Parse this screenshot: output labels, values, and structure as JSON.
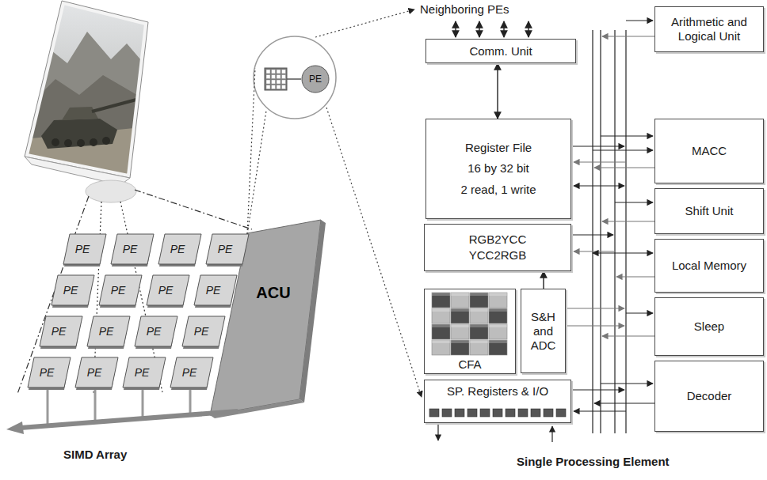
{
  "diagram": {
    "nodes": [
      {
        "text": [
          "PE"
        ]
      },
      {
        "text": [
          "PE"
        ]
      },
      {
        "text": [
          "PE"
        ]
      },
      {
        "text": [
          "PE"
        ]
      },
      {
        "text": [
          "PE"
        ]
      },
      {
        "text": [
          "PE"
        ]
      },
      {
        "text": [
          "PE"
        ]
      },
      {
        "text": [
          "PE"
        ]
      },
      {
        "text": [
          "PE"
        ]
      },
      {
        "text": [
          "PE"
        ]
      },
      {
        "text": [
          "PE"
        ]
      },
      {
        "text": [
          "PE"
        ]
      },
      {
        "text": [
          "PE"
        ]
      },
      {
        "text": [
          "PE"
        ]
      },
      {
        "text": [
          "PE"
        ]
      },
      {
        "text": [
          "PE"
        ]
      },
      {
        "text": [
          "ACU"
        ]
      },
      {
        "text": [
          "PE"
        ]
      },
      {
        "text": [
          "Comm. Unit"
        ]
      },
      {
        "text": [
          "Register File",
          "16 by 32 bit",
          "2 read, 1 write"
        ]
      },
      {
        "text": [
          "RGB2YCC",
          "YCC2RGB"
        ]
      },
      {
        "text": [
          "CFA"
        ]
      },
      {
        "text": [
          "S&H and ADC"
        ]
      },
      {
        "text": [
          "SP. Registers & I/O"
        ]
      },
      {
        "text": [
          "Arithmetic and Logical Unit"
        ]
      },
      {
        "text": [
          "MACC"
        ]
      },
      {
        "text": [
          "Shift Unit"
        ]
      },
      {
        "text": [
          "Local Memory"
        ]
      },
      {
        "text": [
          "Sleep"
        ]
      },
      {
        "text": [
          "Decoder"
        ]
      }
    ],
    "edges": [
      {
        "from": 18,
        "to": 19,
        "arrow": "both"
      },
      {
        "from": 22,
        "to": 20,
        "arrow": "to"
      }
    ],
    "labels": [
      "Neighboring PEs",
      "SIMD Array",
      "Single Processing Element"
    ]
  }
}
